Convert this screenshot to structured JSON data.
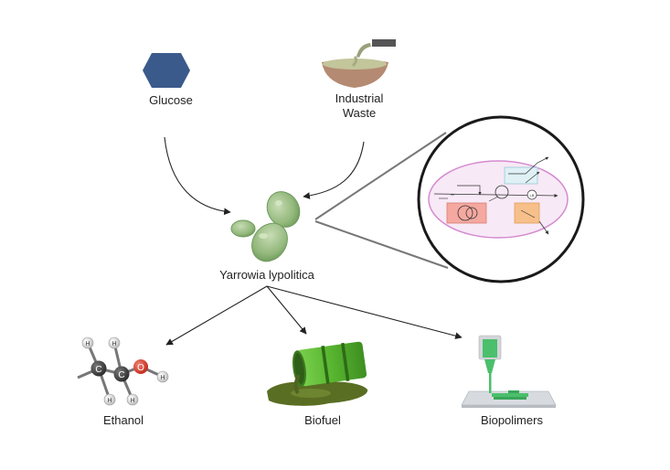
{
  "inputs": {
    "glucose": "Glucose",
    "industrial_waste_line1": "Industrial",
    "industrial_waste_line2": "Waste"
  },
  "organism": "Yarrowia lypolitica",
  "products": {
    "ethanol": "Ethanol",
    "biofuel": "Biofuel",
    "biopolimers": "Biopolimers"
  },
  "molecule_atoms": {
    "hydrogen": "H",
    "carbon": "C",
    "oxygen": "O"
  },
  "zoom_inset": {
    "lb_badge": "LB"
  },
  "colors": {
    "glucose_hexagon": "#3b5a8c",
    "yeast_cell": "#8fb87a",
    "barrel": "#5fb83a",
    "spill": "#5a6e23",
    "cell_membrane": "#d58ad0",
    "cell_fill": "#f7e9f6",
    "nozzle_green": "#4bbf6b",
    "oxygen_red": "#d23b2c",
    "carbon_dark": "#3a3a3a"
  }
}
